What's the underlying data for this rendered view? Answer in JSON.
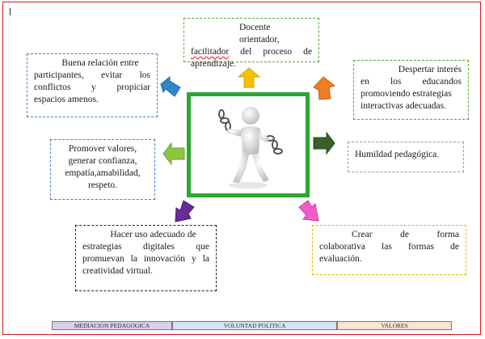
{
  "boxes": {
    "docente": {
      "lines": [
        "Docente orientador,",
        "facilitador del proceso de",
        "aprendizaje."
      ],
      "underlined_word": "facilitador"
    },
    "relacion": {
      "lines": [
        "Buena relación entre",
        "participantes, evitar los",
        "conflictos y propiciar",
        "espacios amenos."
      ]
    },
    "despertar": {
      "lines": [
        "Despertar interés",
        "en los educandos",
        "promoviendo estrategias",
        "interactivas adecuadas."
      ]
    },
    "humildad": {
      "text": "Humildad pedagógica."
    },
    "valores": {
      "lines": [
        "Promover valores,",
        "generar confianza,",
        "empatía,amabilidad,",
        "respeto."
      ]
    },
    "digitales": {
      "lines": [
        "Hacer uso adecuado de",
        "estrategias digitales que",
        "promuevan la innovación y la",
        "creatividad virtual."
      ]
    },
    "crear": {
      "lines": [
        "Crear de forma",
        "colaborativa las formas de",
        "evaluación."
      ]
    }
  },
  "arrows": {
    "top": {
      "color": "#f2c200",
      "icon": "arrow-up-icon"
    },
    "upper_left": {
      "color": "#2f86c8",
      "icon": "arrow-up-left-icon"
    },
    "upper_right": {
      "color": "#ee7d28",
      "icon": "arrow-up-right-icon"
    },
    "right": {
      "color": "#3a5f2a",
      "icon": "arrow-right-icon"
    },
    "left": {
      "color": "#8cc63f",
      "icon": "arrow-left-icon"
    },
    "lower_left": {
      "color": "#6a2a9a",
      "icon": "arrow-down-left-icon"
    },
    "lower_right": {
      "color": "#f25cc8",
      "icon": "arrow-down-right-icon"
    }
  },
  "center_image": {
    "icon": "figure-breaking-chains-icon",
    "border_color": "#2aa830"
  },
  "footer": {
    "mediacion": "MEDIACION PEDAGOGICA",
    "voluntad": "VOLUNTAD POLITICA",
    "valores": "VALORES"
  }
}
